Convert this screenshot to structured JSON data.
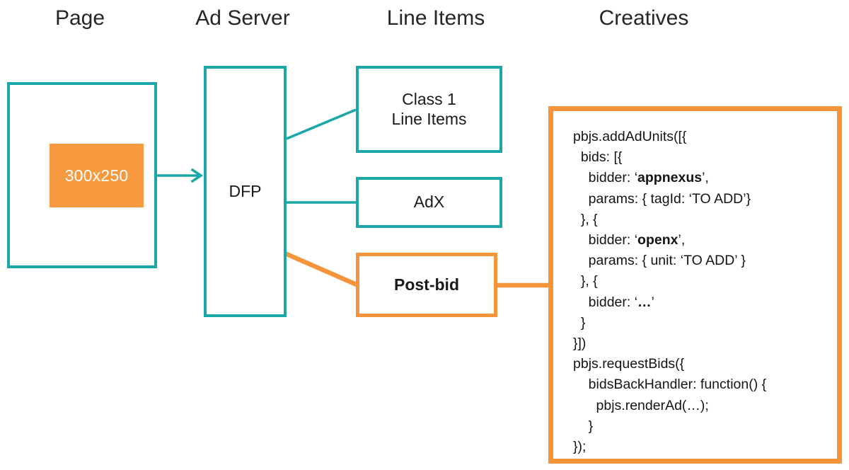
{
  "columns": {
    "page": "Page",
    "ad_server": "Ad Server",
    "line_items": "Line Items",
    "creatives": "Creatives"
  },
  "nodes": {
    "page_box_label": "",
    "ad_slot": "300x250",
    "ad_server": "DFP",
    "class1": "Class 1\nLine Items",
    "adx": "AdX",
    "postbid": "Post-bid"
  },
  "code": {
    "lines": [
      {
        "indent": 0,
        "text": "pbjs.addAdUnits([{"
      },
      {
        "indent": 1,
        "text": "bids: [{"
      },
      {
        "indent": 2,
        "pre": "bidder: ‘",
        "bold": "appnexus",
        "post": "’,"
      },
      {
        "indent": 2,
        "text": "params: { tagId: ‘TO ADD’}"
      },
      {
        "indent": 1,
        "text": "}, {"
      },
      {
        "indent": 2,
        "pre": "bidder: ‘",
        "bold": "openx",
        "post": "’,"
      },
      {
        "indent": 2,
        "text": "params: { unit: ‘TO ADD’ }"
      },
      {
        "indent": 1,
        "text": "}, {"
      },
      {
        "indent": 2,
        "pre": "bidder: ‘",
        "bold": "…",
        "post": "’"
      },
      {
        "indent": 1,
        "text": "}"
      },
      {
        "indent": 0,
        "text": "}])"
      },
      {
        "indent": 0,
        "text": "pbjs.requestBids({"
      },
      {
        "indent": 2,
        "text": "bidsBackHandler: function() {"
      },
      {
        "indent": 3,
        "text": "pbjs.renderAd(…);"
      },
      {
        "indent": 2,
        "text": "}"
      },
      {
        "indent": 0,
        "text": "});"
      }
    ]
  },
  "colors": {
    "teal": "#1aa7a7",
    "orange": "#f6943c",
    "orange_fill": "#f6993f",
    "text": "#262626",
    "background": "#ffffff"
  }
}
